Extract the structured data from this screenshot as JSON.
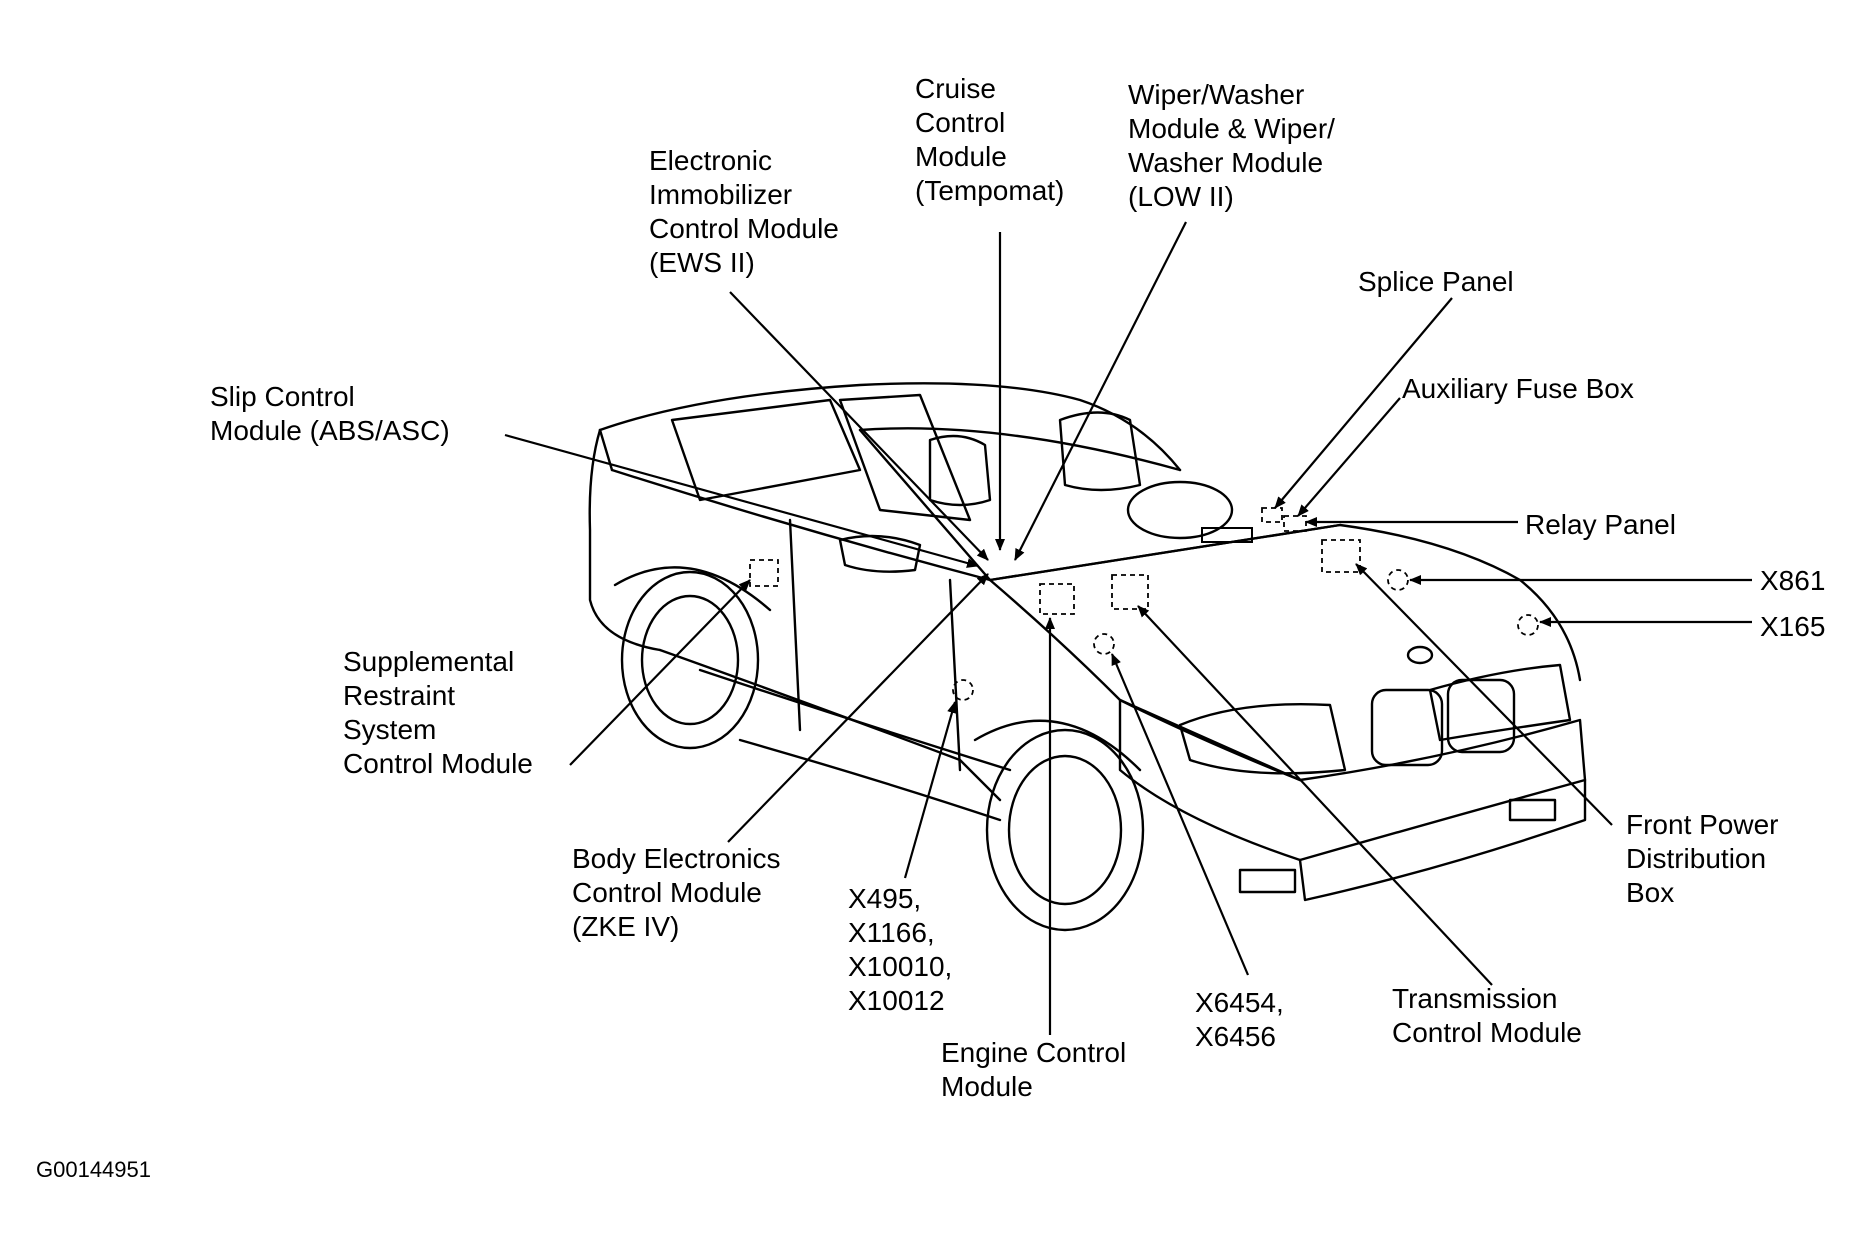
{
  "labels": {
    "cruise": "Cruise\nControl\nModule\n(Tempomat)",
    "wiper": "Wiper/Washer\nModule & Wiper/\nWasher Module\n(LOW II)",
    "immobilizer": "Electronic\nImmobilizer\nControl Module\n(EWS II)",
    "splice": "Splice Panel",
    "aux_fuse": "Auxiliary Fuse Box",
    "slip": "Slip Control\nModule (ABS/ASC)",
    "relay": "Relay Panel",
    "x861": "X861",
    "x165": "X165",
    "srs": "Supplemental\nRestraint\nSystem\nControl Module",
    "front_power": "Front Power\nDistribution\nBox",
    "zke": "Body Electronics\nControl Module\n(ZKE IV)",
    "x495": "X495,\nX1166,\nX10010,\nX10012",
    "x6454": "X6454,\nX6456",
    "tcm": "Transmission\nControl Module",
    "ecm": "Engine Control\nModule"
  },
  "figure_id": "G00144951"
}
